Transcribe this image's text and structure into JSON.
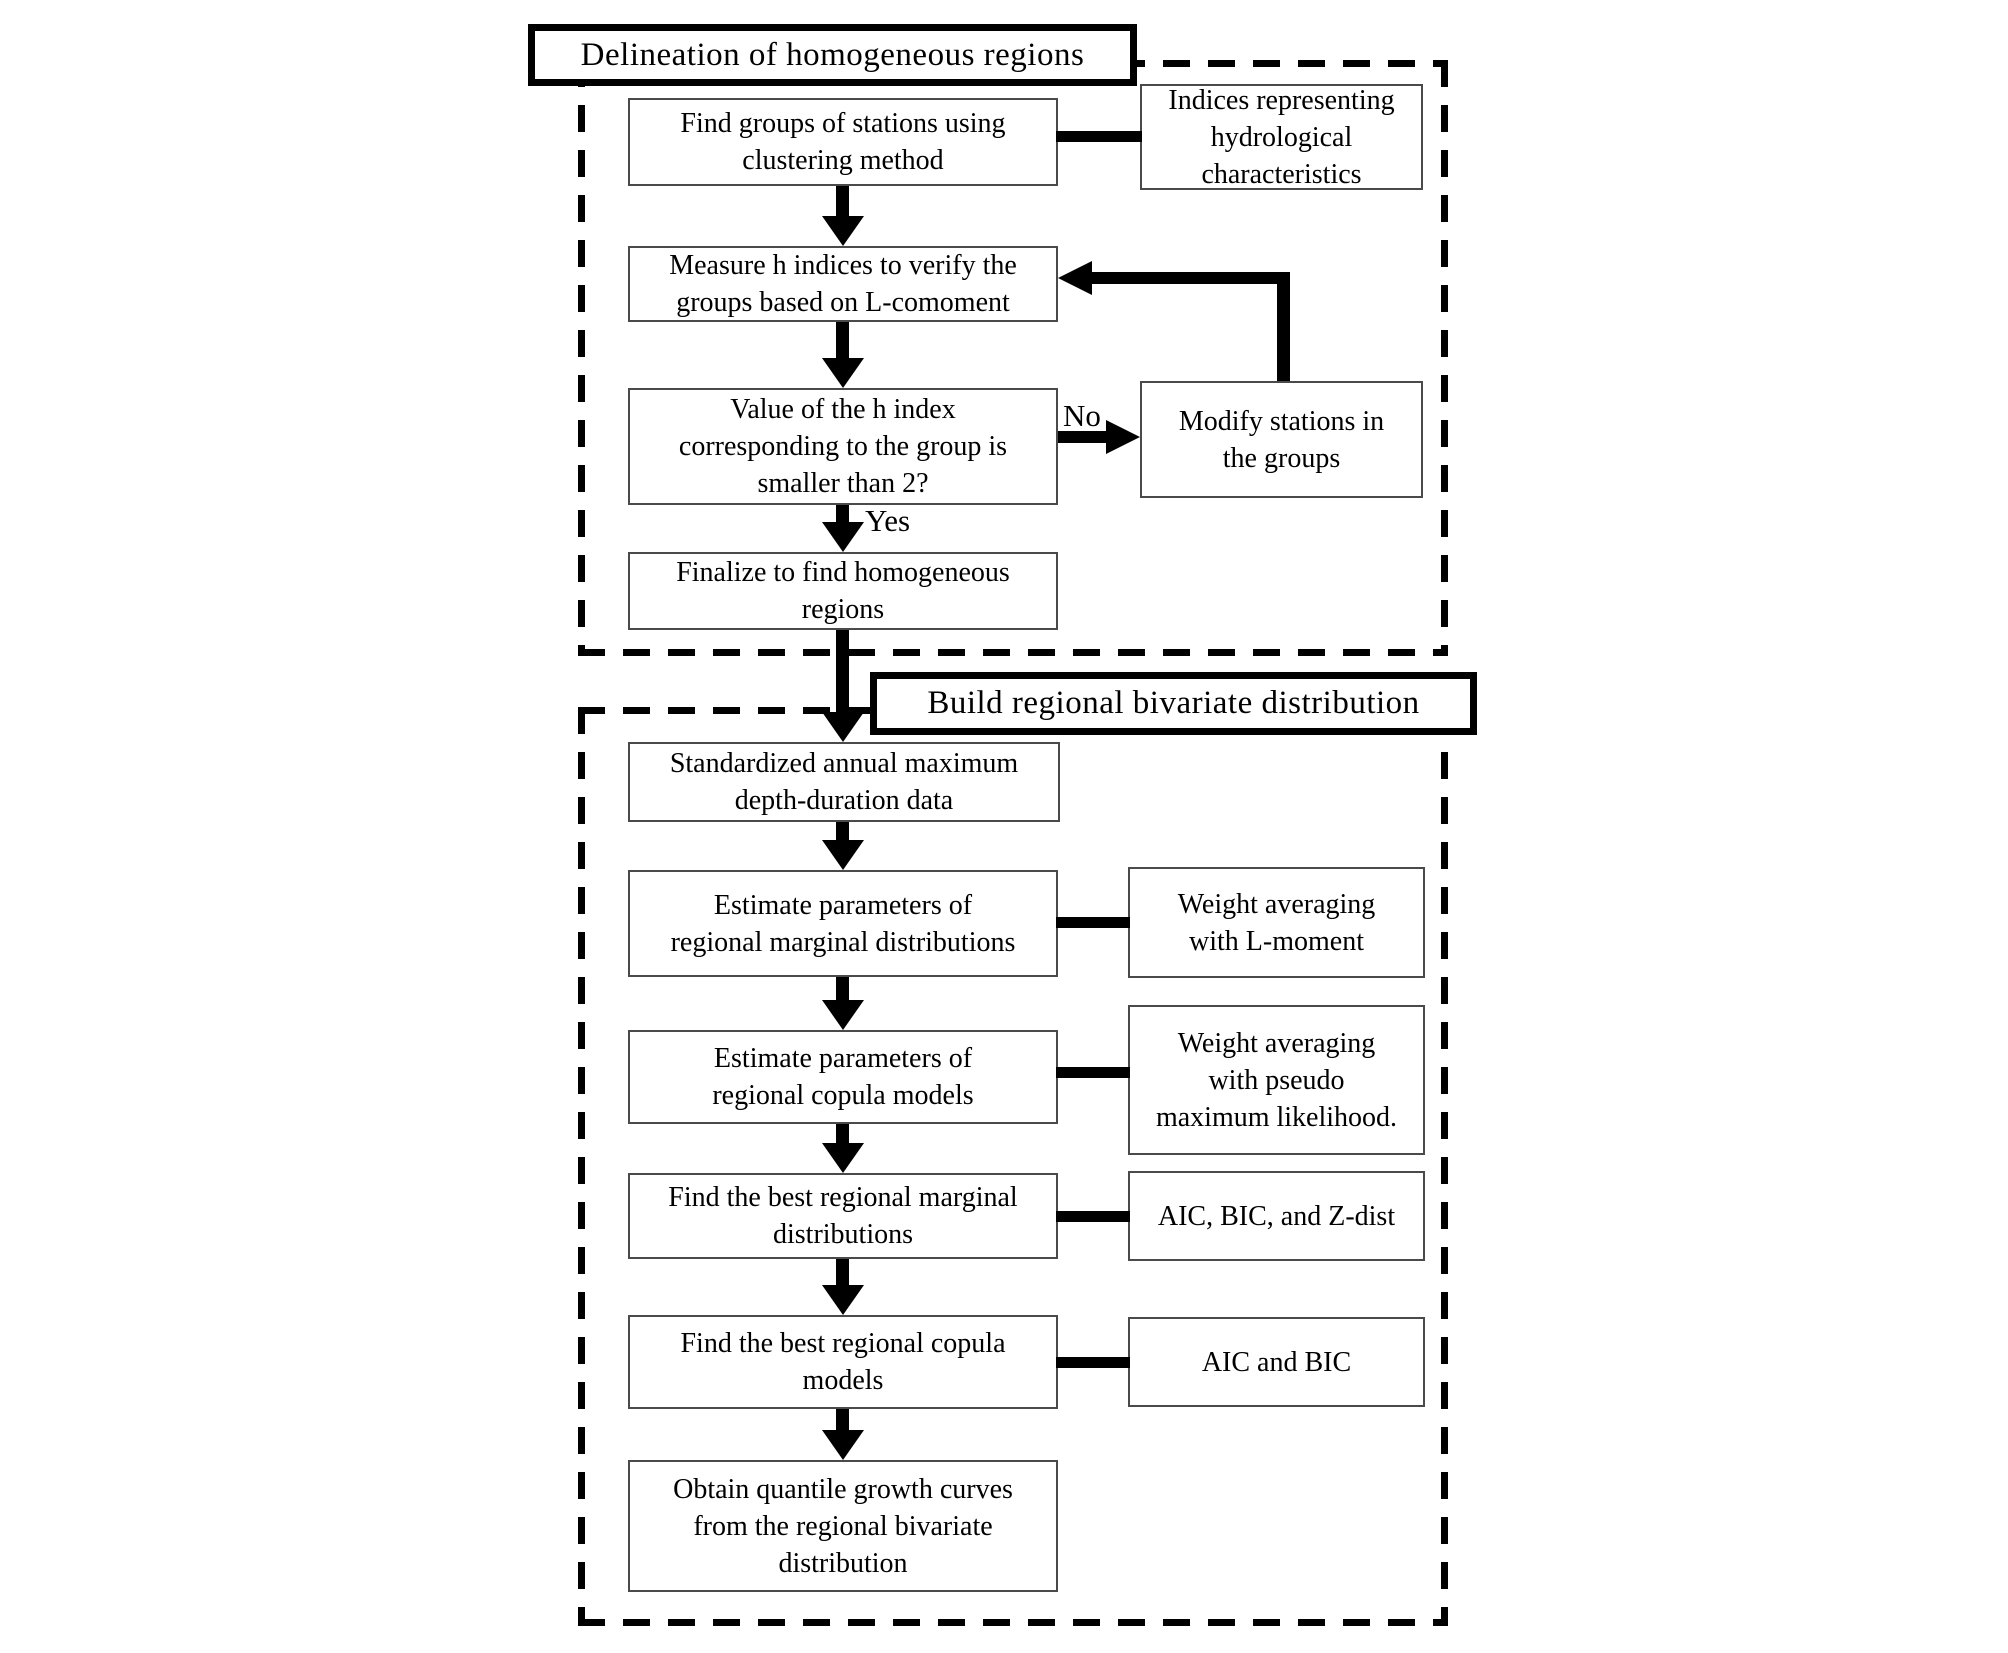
{
  "section1": {
    "title": "Delineation of homogeneous regions",
    "find_groups": "Find groups of stations using\nclustering method",
    "indices": "Indices representing\nhydrological\ncharacteristics",
    "measure_h": "Measure h indices to verify the\ngroups based on L-comoment",
    "h_question": "Value of the h index\ncorresponding to the group is\nsmaller than 2?",
    "no_label": "No",
    "yes_label": "Yes",
    "modify": "Modify stations in\nthe groups",
    "finalize": "Finalize to find homogeneous\nregions"
  },
  "section2": {
    "title": "Build regional bivariate distribution",
    "standardized": "Standardized annual maximum\ndepth-duration data",
    "estimate_marginal": "Estimate parameters of\nregional marginal distributions",
    "weight_lmoment": "Weight averaging\nwith L-moment",
    "estimate_copula": "Estimate parameters of\nregional copula models",
    "weight_pseudo": "Weight averaging\nwith pseudo\nmaximum likelihood.",
    "find_marginal": "Find the best regional marginal\ndistributions",
    "aic_bic_z": "AIC, BIC, and Z-dist",
    "find_copula": "Find the best regional copula\nmodels",
    "aic_bic": "AIC and BIC",
    "obtain": "Obtain quantile growth curves\nfrom the regional bivariate\ndistribution"
  },
  "colors": {
    "ink": "#000000",
    "background": "#ffffff",
    "box_border": "#4a4a4a"
  }
}
